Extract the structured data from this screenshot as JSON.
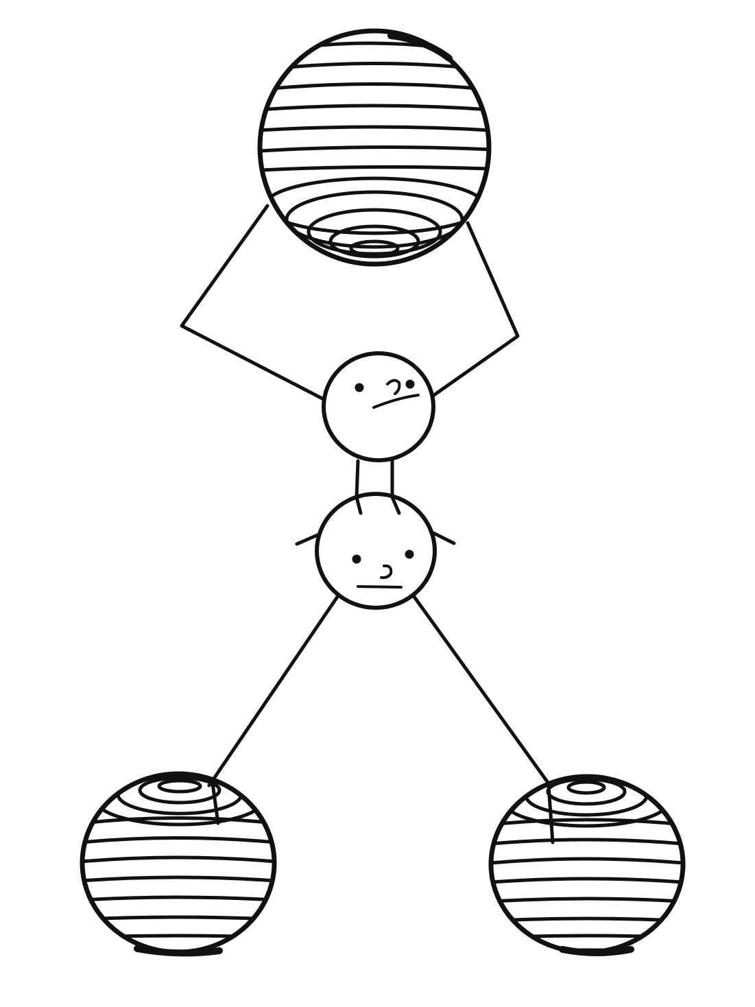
{
  "ink_color": "#111111",
  "background_color": "#ffffff",
  "figures": [
    {
      "role": "top-figure",
      "expression": "frowning"
    },
    {
      "role": "bottom-figure",
      "expression": "neutral"
    }
  ],
  "balls": [
    {
      "role": "top-ball",
      "pattern": "concentric-stripes"
    },
    {
      "role": "left-ball",
      "pattern": "concentric-stripes"
    },
    {
      "role": "right-ball",
      "pattern": "concentric-stripes"
    }
  ]
}
